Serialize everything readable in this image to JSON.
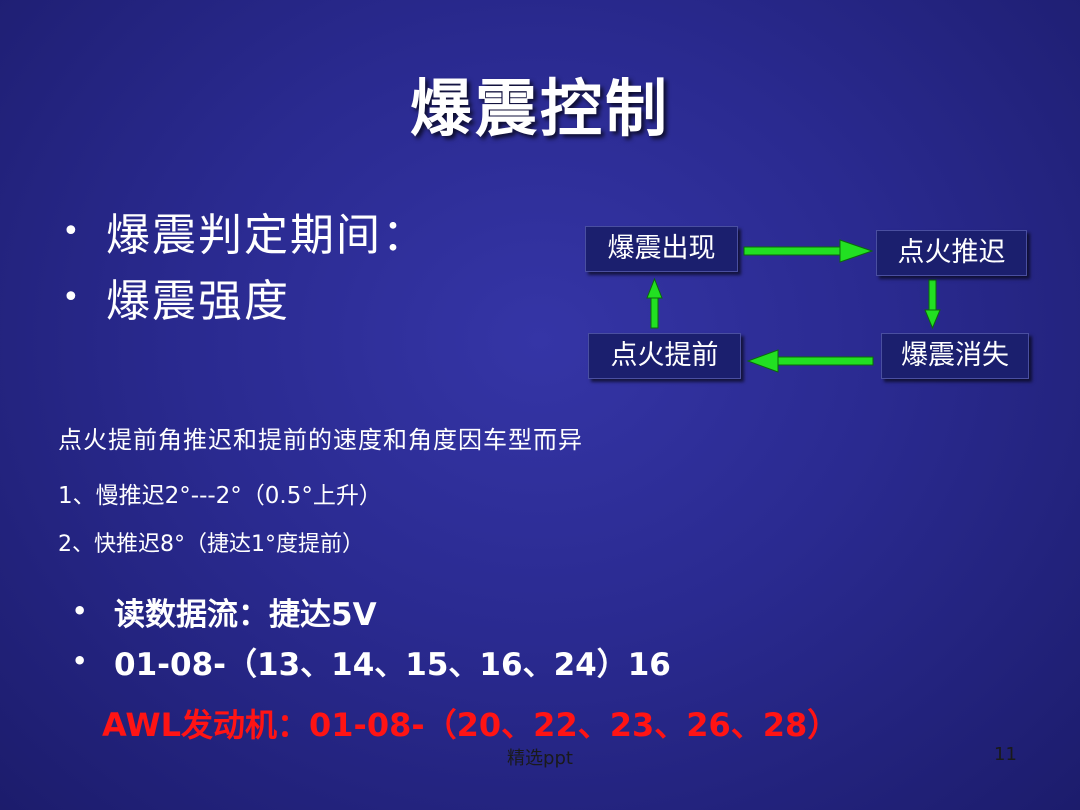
{
  "slide": {
    "title": "爆震控制",
    "top_bullets": [
      "爆震判定期间：",
      "爆震强度"
    ],
    "flow": {
      "knock_appear": "爆震出现",
      "ignition_retard": "点火推迟",
      "knock_disappear": "爆震消失",
      "ignition_advance": "点火提前"
    },
    "paragraph": "点火提前角推迟和提前的速度和角度因车型而异",
    "numbered": [
      "1、慢推迟2°---2°（0.5°上升）",
      "2、快推迟8°（捷达1°度提前）"
    ],
    "bottom_bullets": [
      "读数据流：捷达5V",
      "01-08-（13、14、15、16、24）16"
    ],
    "awl_line": "AWL发动机：01-08-（20、22、23、26、28）",
    "footer": "精选ppt",
    "page_number": "11"
  },
  "colors": {
    "background": "#2a2a90",
    "arrow": "#22e022",
    "highlight_text": "#ff1414"
  }
}
